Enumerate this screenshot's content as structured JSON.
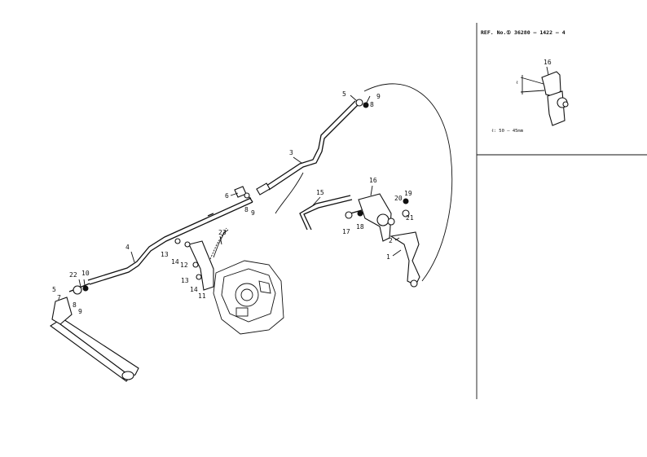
{
  "inset": {
    "ref_text": "REF. No.① 36280 – 1422 – 4",
    "dimension_text": "ℓ: 50 – 45mm",
    "part_label": "16"
  },
  "callouts": {
    "c1a": "1",
    "c2": "2",
    "c3": "3",
    "c4": "4",
    "c5a": "5",
    "c5b": "5",
    "c6": "6",
    "c7": "7",
    "c8a": "8",
    "c8b": "8",
    "c8c": "8",
    "c9a": "9",
    "c9b": "9",
    "c9c": "9",
    "c10": "10",
    "c11": "11",
    "c12": "12",
    "c13a": "13",
    "c13b": "13",
    "c14a": "14",
    "c14b": "14",
    "c15": "15",
    "c16": "16",
    "c17": "17",
    "c18": "18",
    "c19": "19",
    "c20": "20",
    "c21": "21",
    "c22": "22",
    "c23": "23"
  }
}
